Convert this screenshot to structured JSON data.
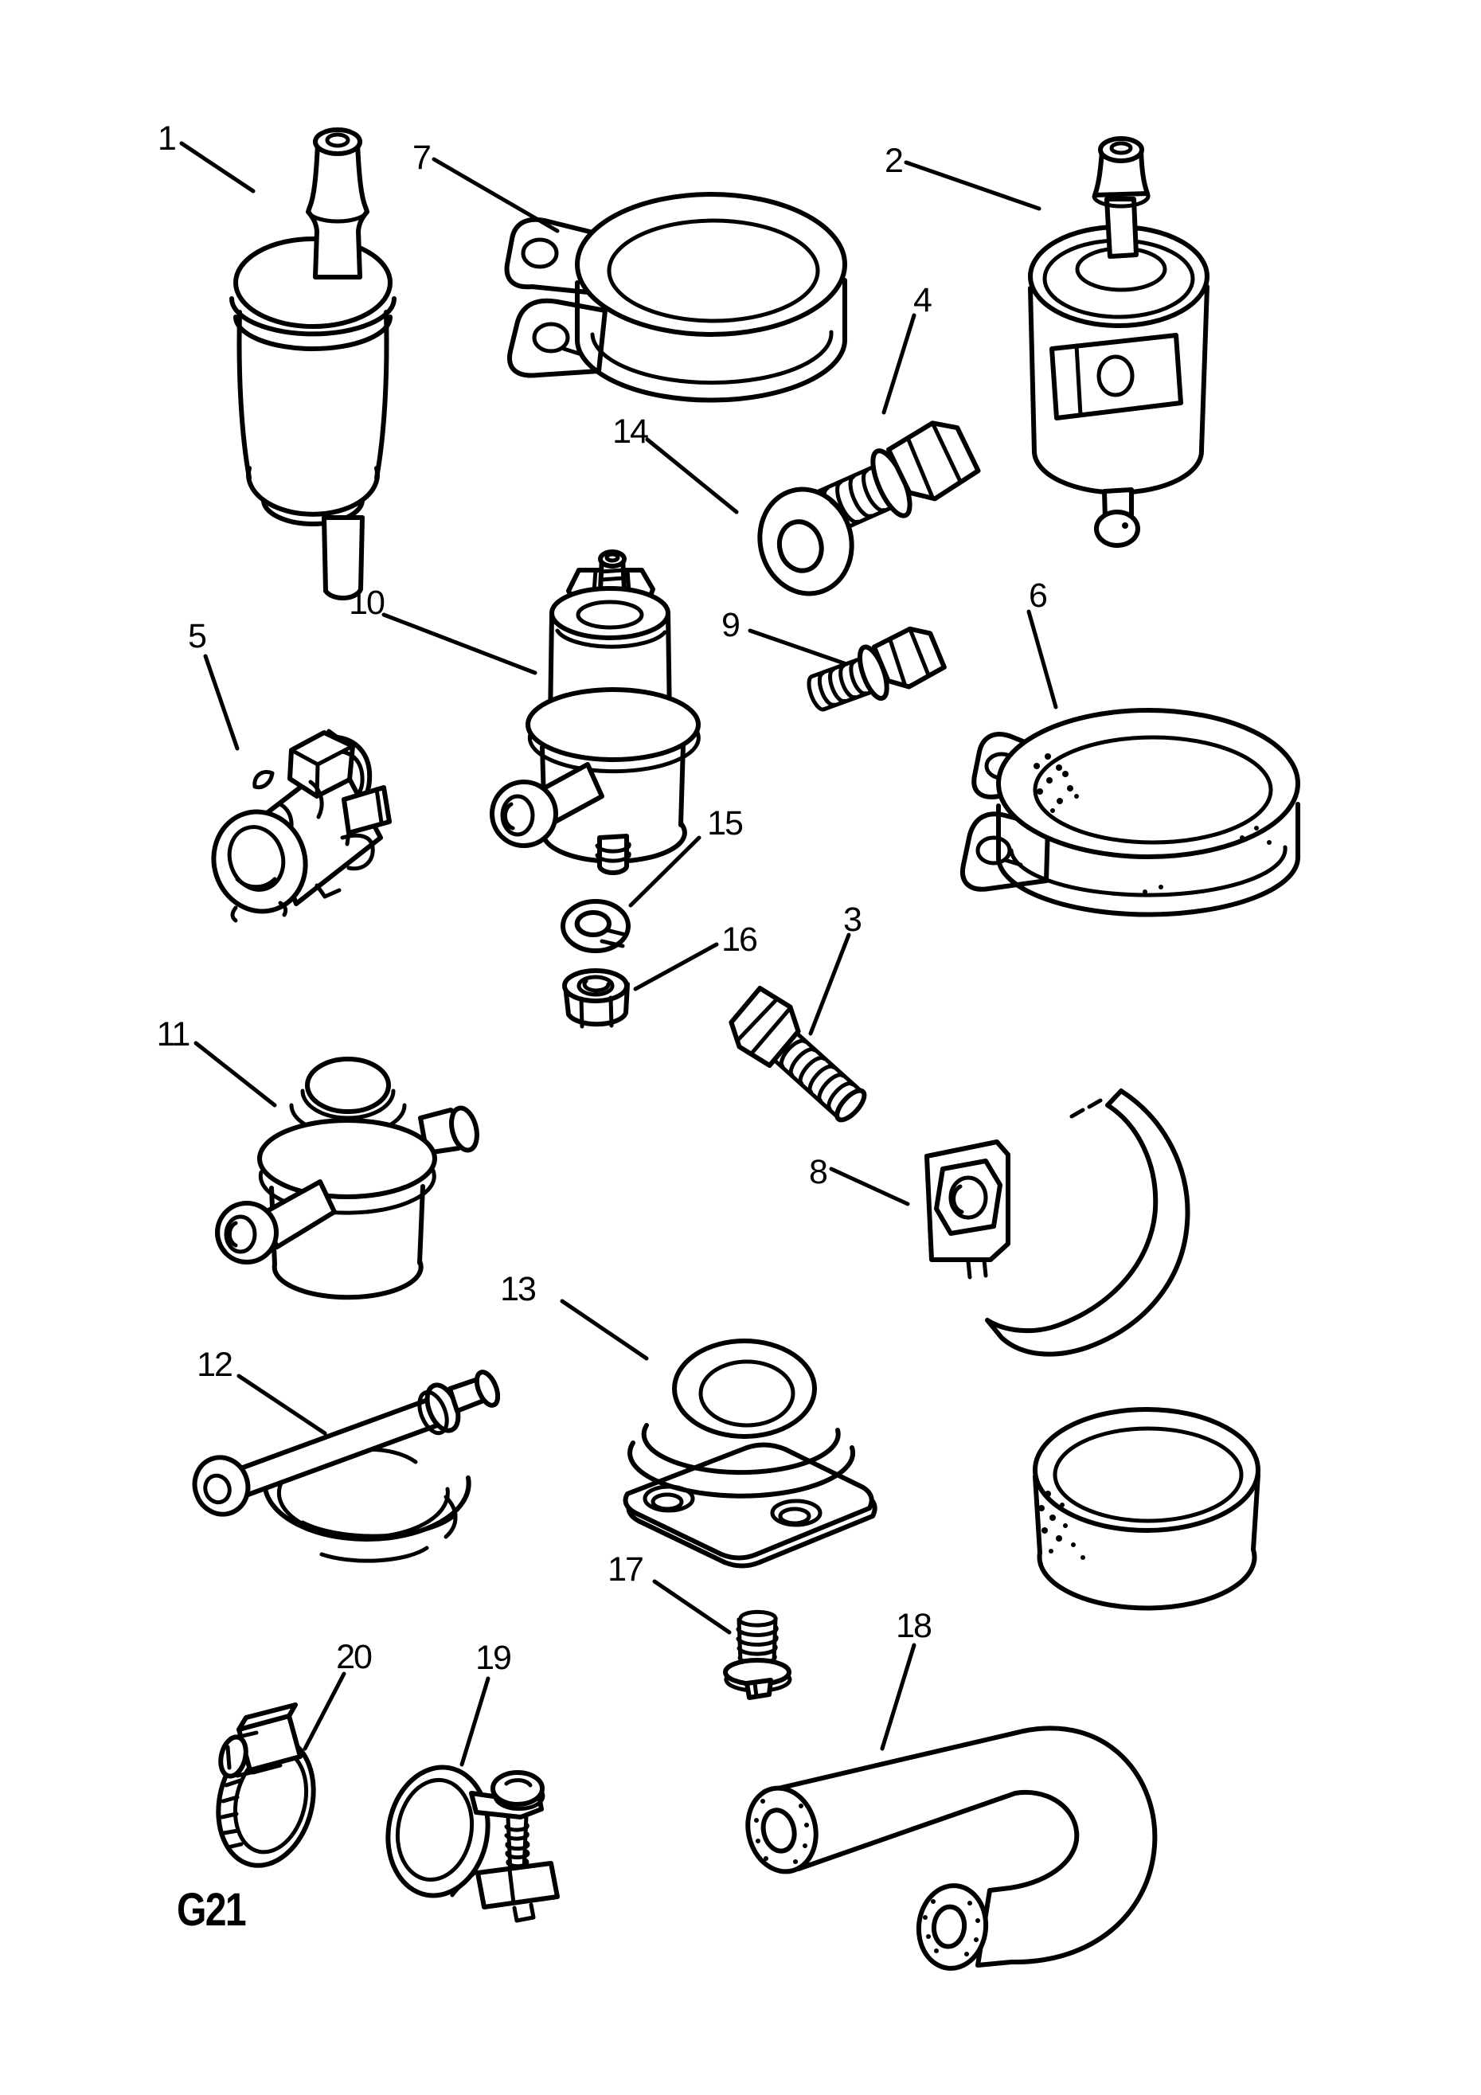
{
  "page": {
    "diagram_code": "G21",
    "background_color": "#ffffff",
    "ink_color": "#000000"
  },
  "callouts": [
    {
      "number": "1"
    },
    {
      "number": "2"
    },
    {
      "number": "3"
    },
    {
      "number": "4"
    },
    {
      "number": "5"
    },
    {
      "number": "6"
    },
    {
      "number": "7"
    },
    {
      "number": "8"
    },
    {
      "number": "9"
    },
    {
      "number": "10"
    },
    {
      "number": "11"
    },
    {
      "number": "12"
    },
    {
      "number": "13"
    },
    {
      "number": "14"
    },
    {
      "number": "15"
    },
    {
      "number": "16"
    },
    {
      "number": "17"
    },
    {
      "number": "18"
    },
    {
      "number": "19"
    },
    {
      "number": "20"
    }
  ]
}
